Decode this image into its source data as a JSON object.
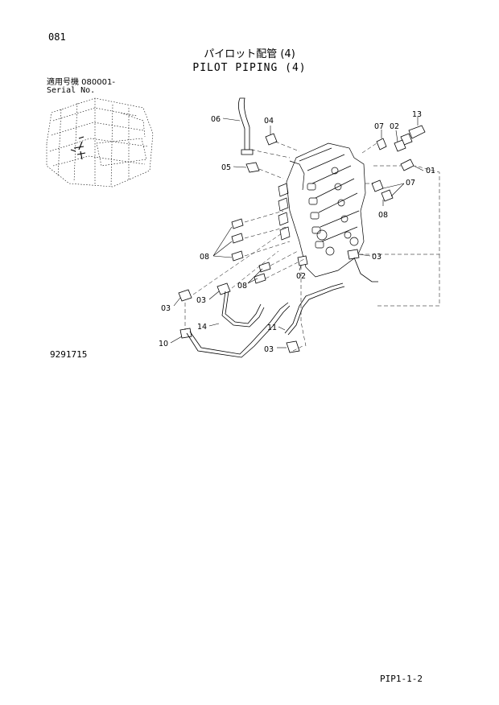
{
  "header": {
    "page_number": "081",
    "title_jp": "パイロット配管 (4)",
    "title_en": "PILOT PIPING (4)",
    "serial_jp": "適用号機 080001-",
    "serial_en": "Serial No."
  },
  "drawing_number": "9291715",
  "footer": {
    "page_code": "PIP1-1-2"
  },
  "callouts": {
    "c06": "06",
    "c04": "04",
    "c05": "05",
    "c13": "13",
    "c07a": "07",
    "c02a": "02",
    "c01": "01",
    "c07b": "07",
    "c08a": "08",
    "c08b": "08",
    "c08c": "08",
    "c03a": "03",
    "c02b": "02",
    "c03b": "03",
    "c03c": "03",
    "c14": "14",
    "c10": "10",
    "c11": "11",
    "c03d": "03"
  }
}
